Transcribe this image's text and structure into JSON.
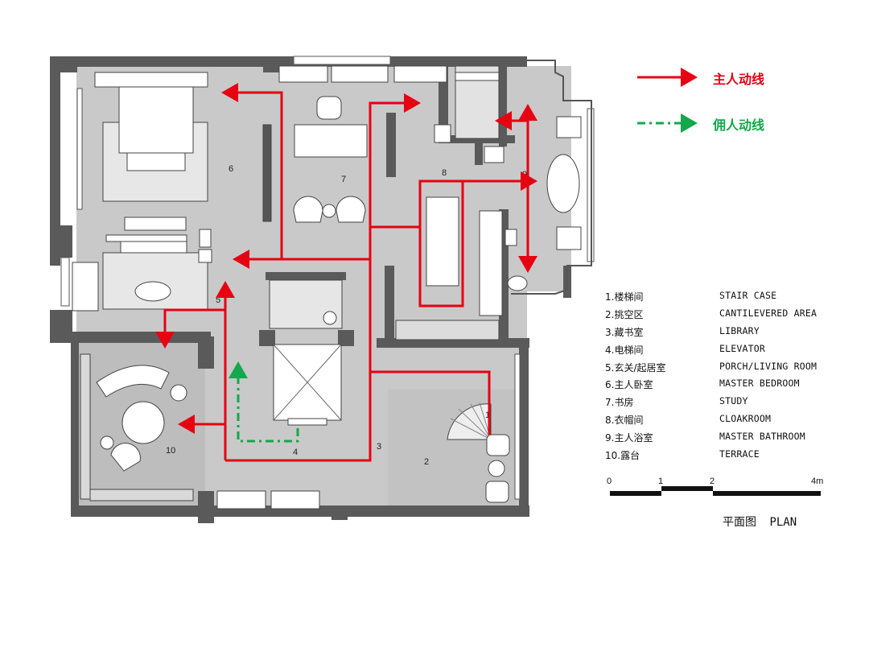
{
  "flow_legend": {
    "owner": {
      "label": "主人动线",
      "color": "#e60012"
    },
    "servant": {
      "label": "佣人动线",
      "color": "#13a84a"
    }
  },
  "room_numbers": [
    "1",
    "2",
    "3",
    "4",
    "5",
    "6",
    "7",
    "8",
    "9",
    "10"
  ],
  "legend": [
    {
      "zh": "1.楼梯间",
      "en": "STAIR CASE"
    },
    {
      "zh": "2.挑空区",
      "en": "CANTILEVERED AREA"
    },
    {
      "zh": "3.藏书室",
      "en": "LIBRARY"
    },
    {
      "zh": "4.电梯间",
      "en": "ELEVATOR"
    },
    {
      "zh": "5.玄关/起居室",
      "en": "PORCH/LIVING ROOM"
    },
    {
      "zh": "6.主人卧室",
      "en": "MASTER BEDROOM"
    },
    {
      "zh": "7.书房",
      "en": "STUDY"
    },
    {
      "zh": "8.衣帽间",
      "en": "CLOAKROOM"
    },
    {
      "zh": "9.主人浴室",
      "en": "MASTER BATHROOM"
    },
    {
      "zh": "10.露台",
      "en": "TERRACE"
    }
  ],
  "scale_bar": {
    "labels": [
      "0",
      "1",
      "2",
      "4m"
    ]
  },
  "plan_title": {
    "zh": "平面图",
    "en": "PLAN"
  },
  "colors": {
    "wall": "#5a5a5a",
    "floor": "#c9c9c9",
    "terrace": "#bdbdbd",
    "furniture": "#ffffff"
  }
}
